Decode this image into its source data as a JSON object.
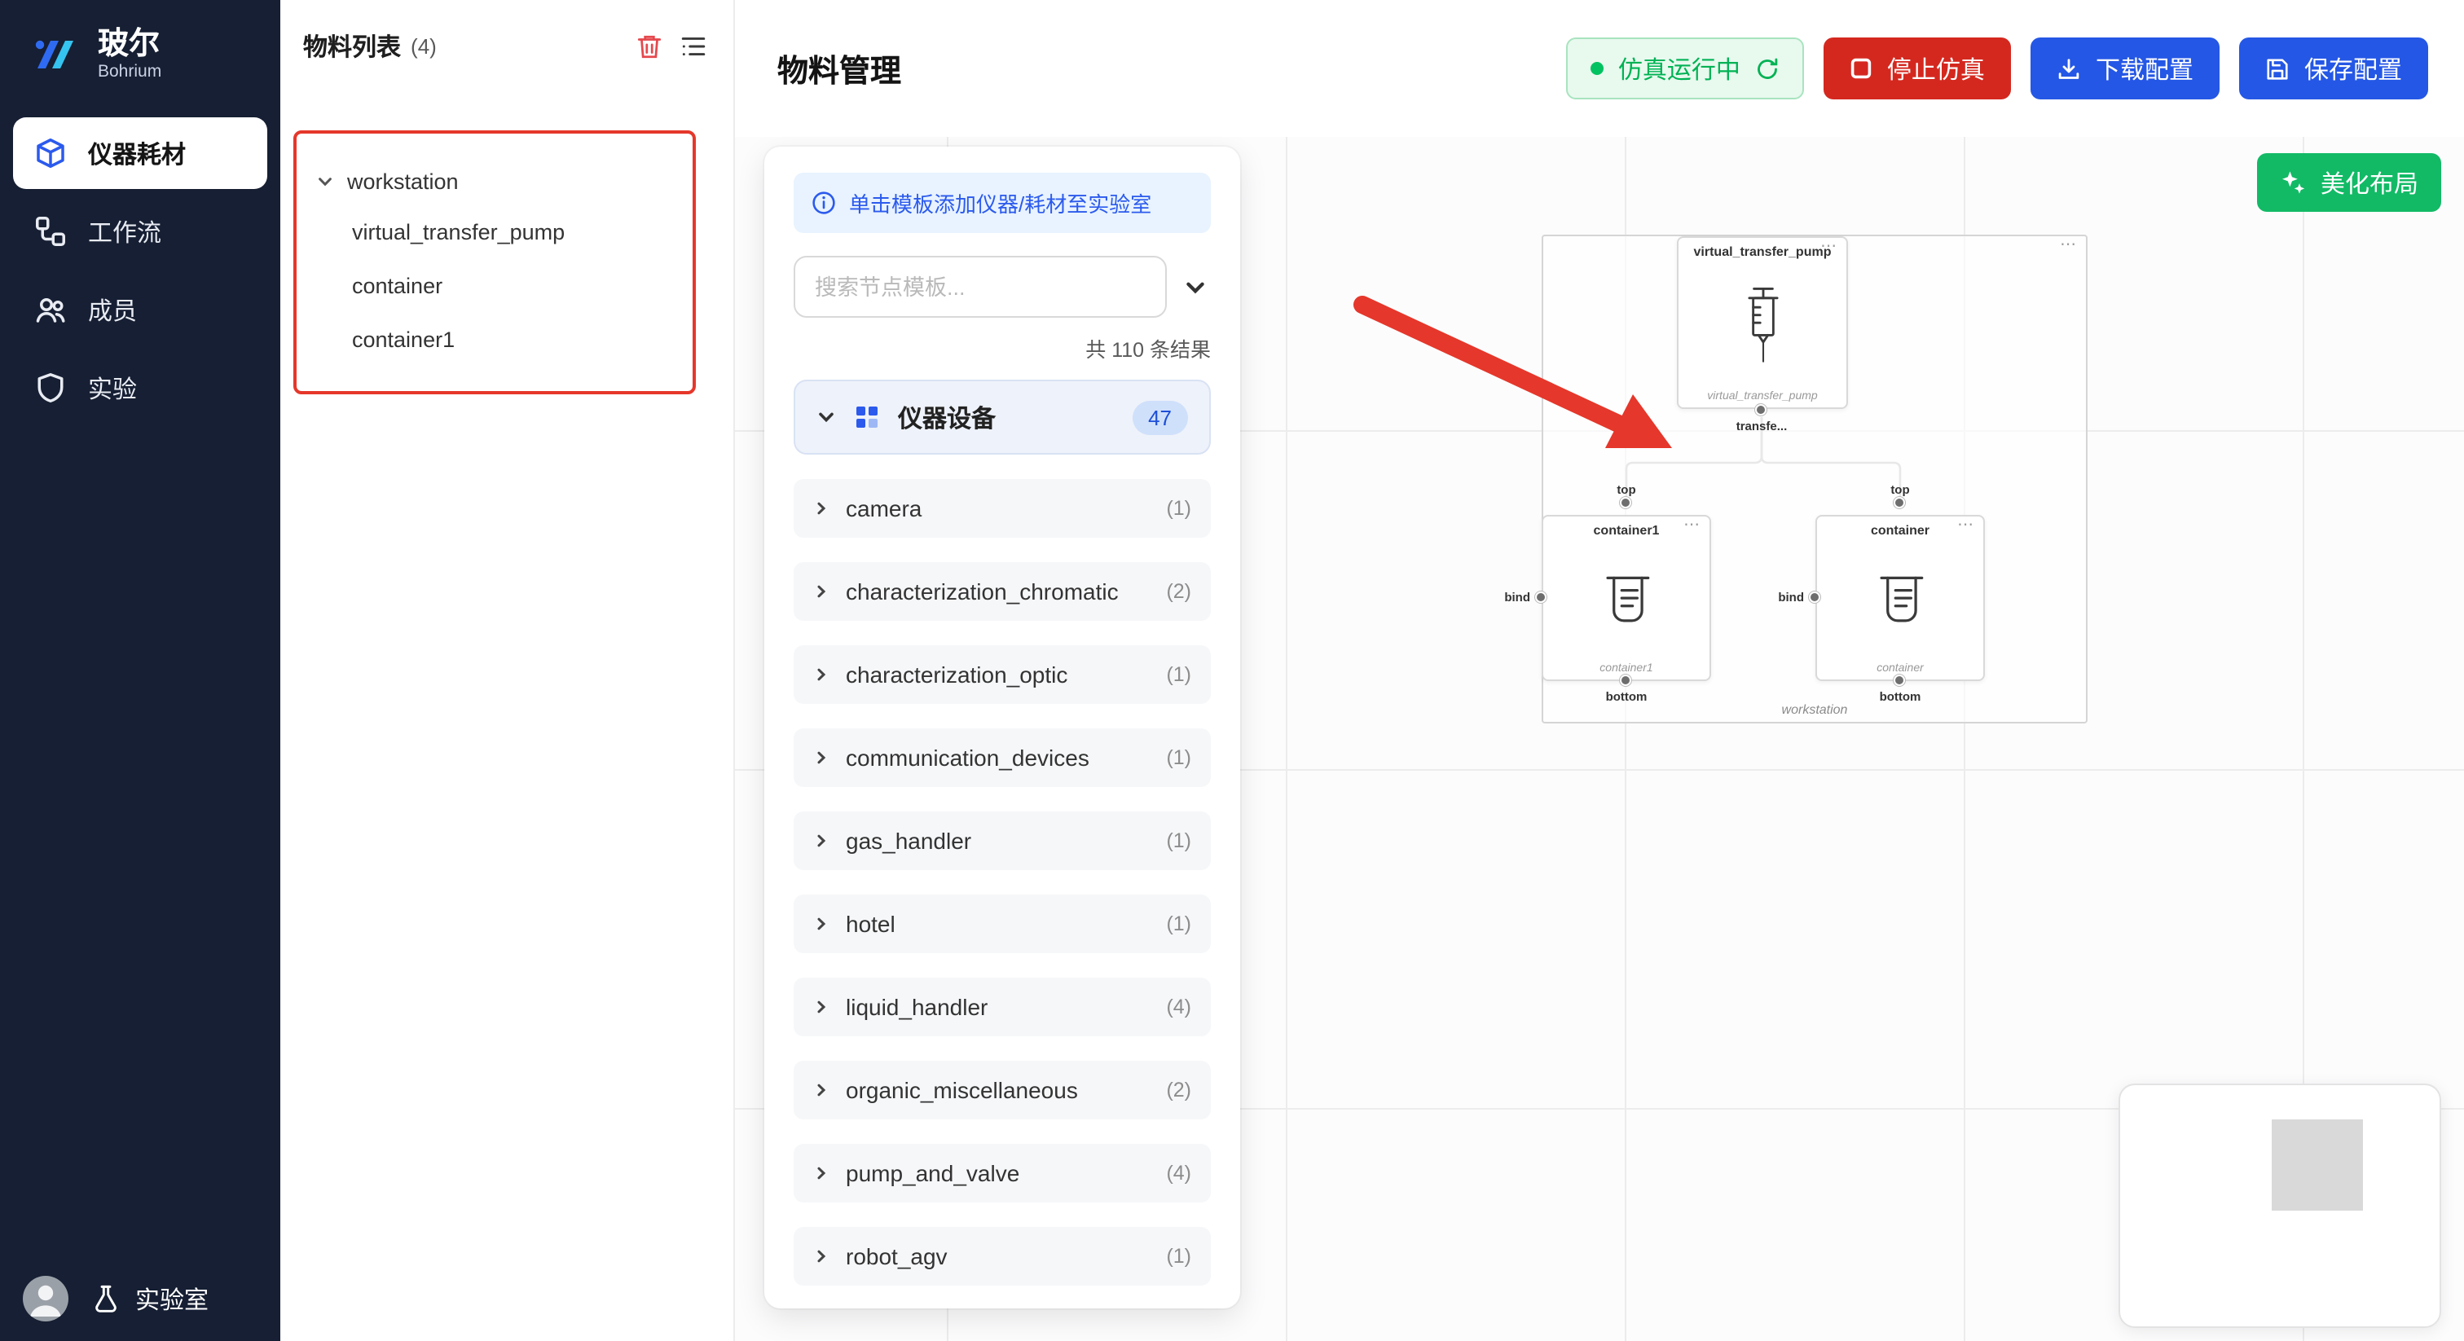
{
  "sidebar": {
    "logo_title": "玻尔",
    "logo_subtitle": "Bohrium",
    "items": [
      {
        "label": "仪器耗材"
      },
      {
        "label": "工作流"
      },
      {
        "label": "成员"
      },
      {
        "label": "实验"
      }
    ],
    "footer_label": "实验室"
  },
  "material_panel": {
    "title": "物料列表",
    "count": "(4)",
    "tree": {
      "root": "workstation",
      "children": [
        "virtual_transfer_pump",
        "container",
        "container1"
      ]
    }
  },
  "header": {
    "title": "物料管理",
    "status_label": "仿真运行中",
    "stop_label": "停止仿真",
    "download_label": "下载配置",
    "save_label": "保存配置"
  },
  "template_panel": {
    "banner": "单击模板添加仪器/耗材至实验室",
    "search_placeholder": "搜索节点模板...",
    "results_text": "共 110 条结果",
    "category": {
      "label": "仪器设备",
      "count": "47"
    },
    "items": [
      {
        "label": "camera",
        "count": "(1)"
      },
      {
        "label": "characterization_chromatic",
        "count": "(2)"
      },
      {
        "label": "characterization_optic",
        "count": "(1)"
      },
      {
        "label": "communication_devices",
        "count": "(1)"
      },
      {
        "label": "gas_handler",
        "count": "(1)"
      },
      {
        "label": "hotel",
        "count": "(1)"
      },
      {
        "label": "liquid_handler",
        "count": "(4)"
      },
      {
        "label": "organic_miscellaneous",
        "count": "(2)"
      },
      {
        "label": "pump_and_valve",
        "count": "(4)"
      },
      {
        "label": "robot_agv",
        "count": "(1)"
      }
    ]
  },
  "canvas": {
    "beautify_label": "美化布局",
    "group_label": "workstation",
    "group_menu": "⋯",
    "nodes": {
      "pump": {
        "title": "virtual_transfer_pump",
        "subtitle": "virtual_transfer_pump",
        "out_port_label": "transfe...",
        "menu": "⋯"
      },
      "container1": {
        "title": "container1",
        "subtitle": "container1",
        "top_port": "top",
        "bottom_port": "bottom",
        "bind_label": "bind",
        "menu": "⋯"
      },
      "container": {
        "title": "container",
        "subtitle": "container",
        "top_port": "top",
        "bottom_port": "bottom",
        "bind_label": "bind",
        "menu": "⋯"
      }
    }
  },
  "colors": {
    "brand_blue": "#2457e5",
    "danger_red": "#d4281f",
    "success_green": "#12ba66",
    "status_green": "#00b254",
    "annotation_red": "#e5372b",
    "sidebar_bg": "#161f33",
    "banner_blue_bg": "#e8f3ff"
  }
}
